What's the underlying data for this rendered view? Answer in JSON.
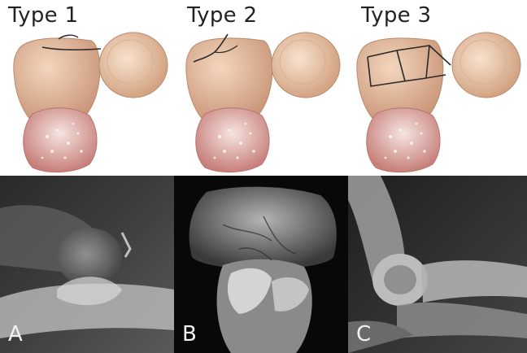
{
  "illustration": {
    "types": [
      {
        "label": "Type 1"
      },
      {
        "label": "Type 2"
      },
      {
        "label": "Type 3"
      }
    ],
    "colors": {
      "bone": "#e9c4a2",
      "bone_shadow": "#c99577",
      "cartilage": "#d9a09a",
      "fracture_line": "#2a2a2a"
    }
  },
  "radiographs": [
    {
      "label": "A"
    },
    {
      "label": "B"
    },
    {
      "label": "C"
    }
  ]
}
